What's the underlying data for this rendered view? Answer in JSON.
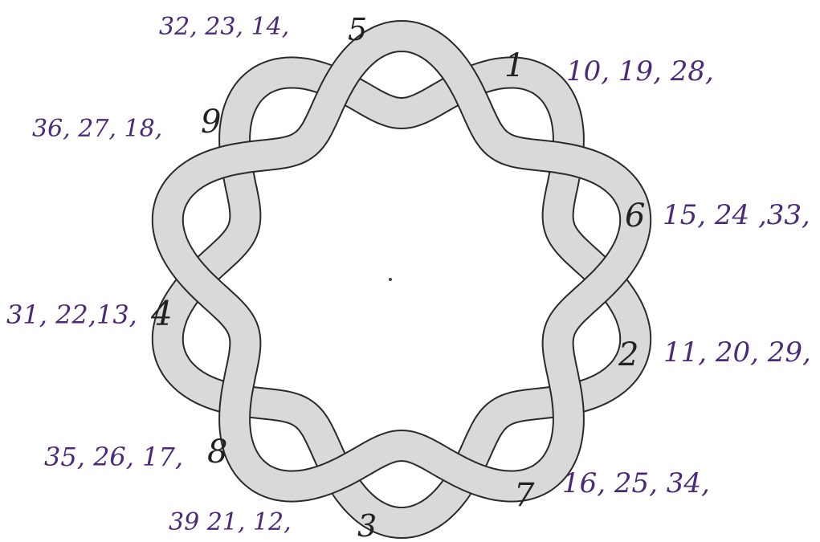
{
  "diagram": {
    "ink_color": "#4a2a7a",
    "band_shade": "#d9d9d9",
    "outline_color": "#2a2a2a",
    "positions": [
      {
        "number": "1",
        "sequence": "10, 19, 28,"
      },
      {
        "number": "2",
        "sequence": "11, 20, 29,"
      },
      {
        "number": "3",
        "sequence": "39 21, 12,"
      },
      {
        "number": "4",
        "sequence": "31, 22,13,"
      },
      {
        "number": "5",
        "sequence": "32, 23, 14,"
      },
      {
        "number": "6",
        "sequence": "15, 24 ,33,"
      },
      {
        "number": "7",
        "sequence": "16, 25, 34,"
      },
      {
        "number": "8",
        "sequence": "35, 26, 17,"
      },
      {
        "number": "9",
        "sequence": "36, 27, 18,"
      }
    ]
  }
}
